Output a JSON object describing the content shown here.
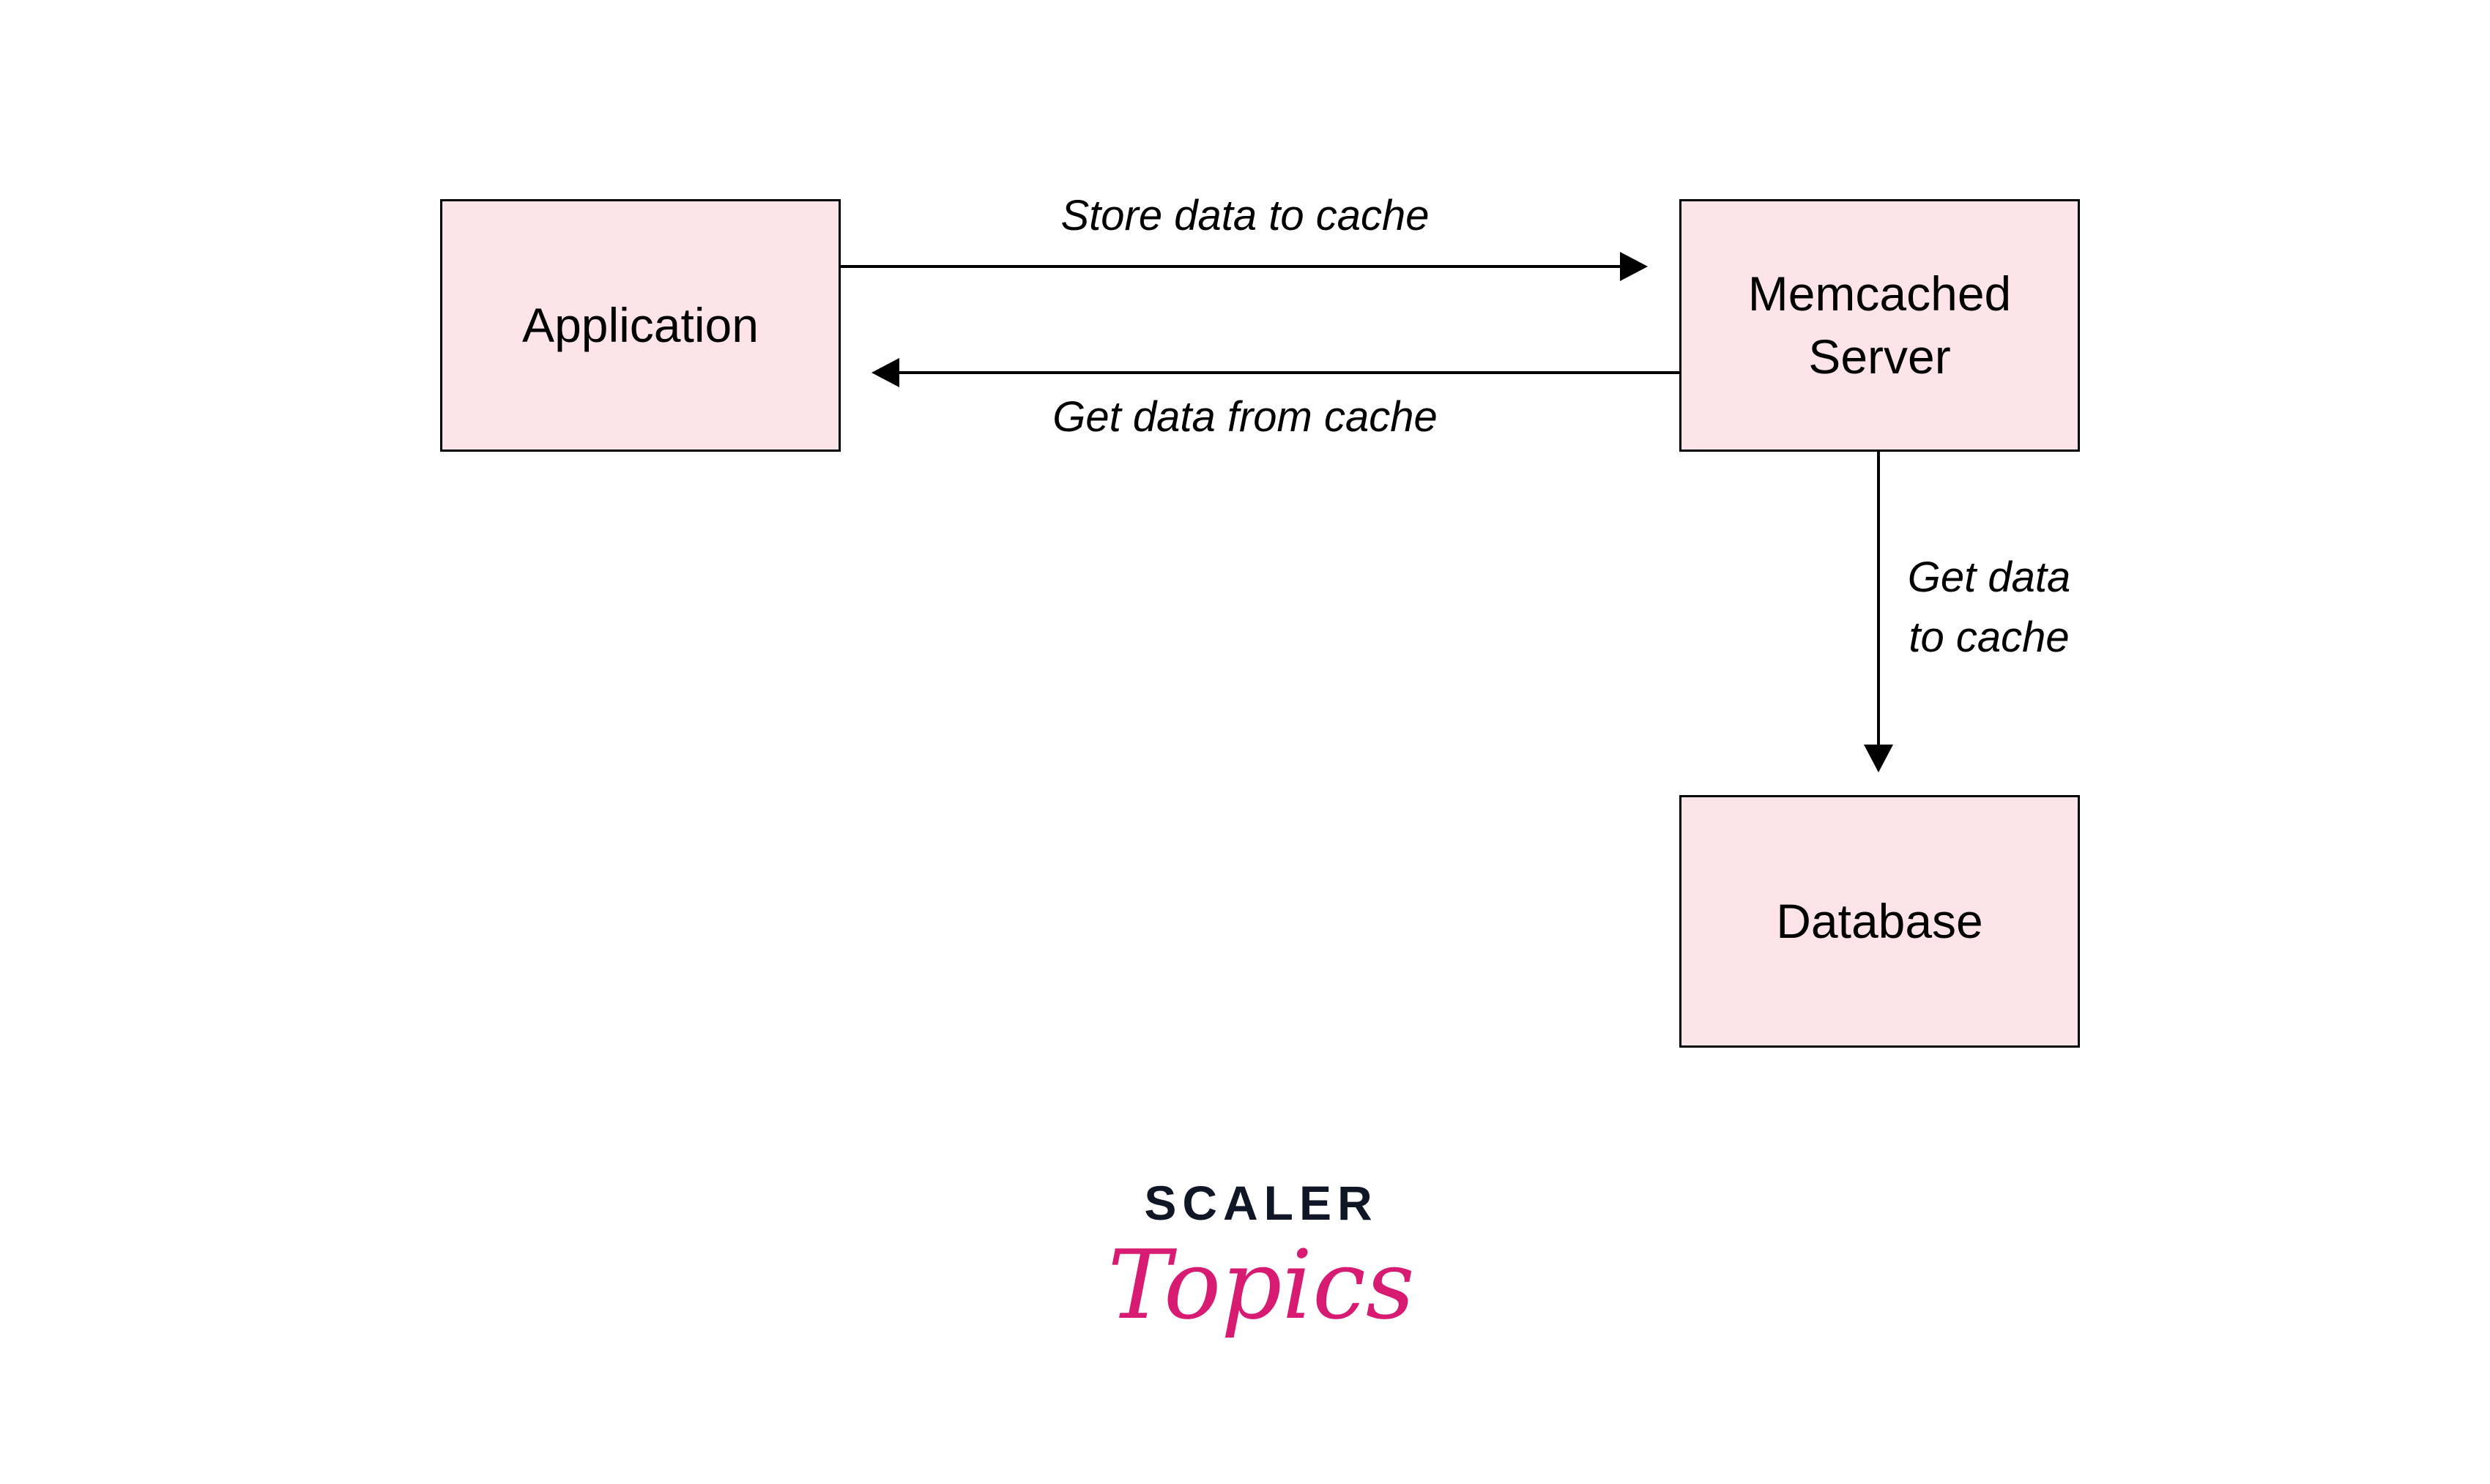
{
  "nodes": {
    "application": "Application",
    "memcached": "Memcached Server",
    "database": "Database"
  },
  "edges": {
    "store": "Store data to cache",
    "get_from_cache": "Get data from cache",
    "get_to_cache_line1": "Get data",
    "get_to_cache_line2": "to cache"
  },
  "logo": {
    "line1": "SCALER",
    "line2": "Topics"
  },
  "colors": {
    "box_fill": "#fde4e9",
    "logo_dark": "#0f1727",
    "logo_pink": "#d81b72"
  }
}
